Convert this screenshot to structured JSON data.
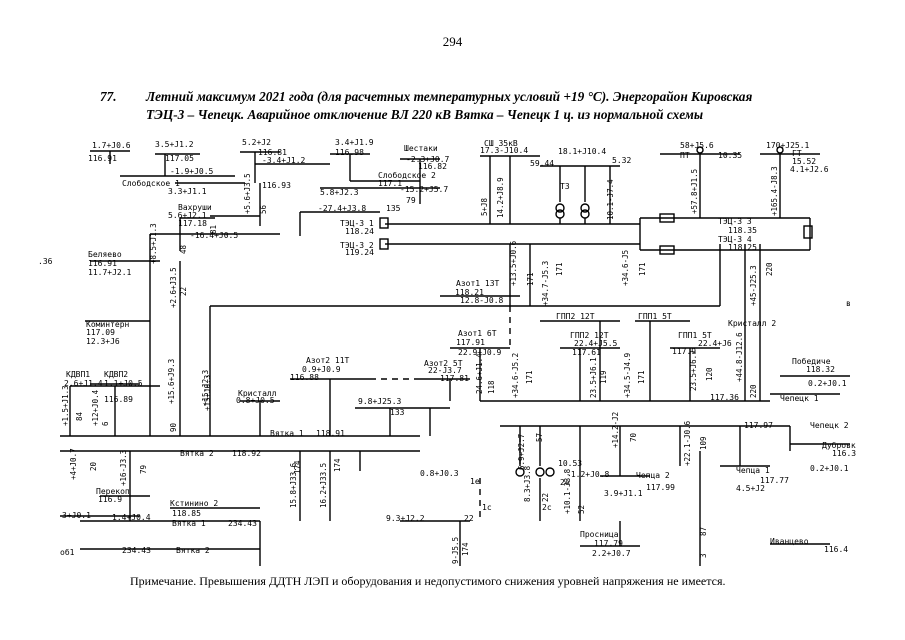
{
  "page_number": "294",
  "title": {
    "number": "77.",
    "line1": "Летний максимум 2021 года (для расчетных температурных условий +19 °С). Энергорайон Кировская",
    "line2": "ТЭЦ-3 – Чепецк. Аварийное отключение ВЛ 220 кВ Вятка – Чепецк 1 ц. из нормальной схемы"
  },
  "note": "Примечание. Превышения ДДТН ЛЭП и оборудования и недопустимого снижения уровней напряжения не имеется.",
  "labels": {
    "l_17j06": "1.7+J0.6",
    "l_11691": "116.91",
    "l_35j12": "3.5+J1.2",
    "l_11705": "117.05",
    "l_19j05": "-1.9+J0.5",
    "l_slob1": "Слободское 1",
    "l_33j11": "3.3+J1.1",
    "l_52j2": "5.2+J2",
    "l_11681": "116.81",
    "l_34j12": "-3.4+J1.2",
    "l_11693": "116.93",
    "l_34j19": "3.4+J1.9",
    "l_11698": "116.98",
    "l_shest": "Шестаки",
    "l_23j07": "-2.3+J0.7",
    "l_11682": "116.82",
    "l_slob2": "Слободское 2",
    "l_117": "117.1",
    "l_152j57": "-15.2+J5.7",
    "l_58j23": "5.8+J2.3",
    "l_79": "79",
    "l_vahr": "Вахруши",
    "l_56j21": "5.6+J2.1",
    "l_11718": "117.18",
    "l_164j05": "-16.4+J0.5",
    "l_274j38": "-27.4+J3.8",
    "l_135": "135",
    "l_tec31": "ТЭЦ-3 1",
    "l_11824": "118.24",
    "l_tec32": "ТЭЦ-3 2",
    "l_11924": "119.24",
    "l_ssh": "СШ 35кВ",
    "l_173j104": "17.3-J10.4",
    "l_5944": "59.44",
    "l_181j104": "18.1+J10.4",
    "l_532": "5.32",
    "l_t3": "Т3",
    "l_58j56": "58+J5.6",
    "l_pt": "ПТ",
    "l_1035": "10.35",
    "l_170j251": "170+J25.1",
    "l_gt": "ГТ",
    "l_1552": "15.52",
    "l_41j26": "4.1+J2.6",
    "l_tec33": "ТЭЦ-3 3",
    "l_11835": "118.35",
    "l_tec34": "ТЭЦ-3 4",
    "l_11825": "118.25",
    "l_belyaevo": "Беляево",
    "l_11691b": "116.91",
    "l_117j21": "11.7+J2.1",
    "l_136": ".36",
    "l_azot13": "Азот1 13Т",
    "l_11821": "118.21",
    "l_128j08": "12.8-J0.8",
    "l_komint": "Коминтерн",
    "l_11709": "117.09",
    "l_123j6": "12.3+J6",
    "l_gpp2_12a": "ГПП2 12Т",
    "l_gpp1_5a": "ГПП1 5Т",
    "l_krist2": "Кристалл 2",
    "l_azot16": "Азот1 6Т",
    "l_11791": "117.91",
    "l_229j09": "22.9+J0.9",
    "l_gpp2_12b": "ГПП2 12Т",
    "l_224j55": "22.4+J5.5",
    "l_11761": "117.61",
    "l_gpp1_5b": "ГПП1 5Т",
    "l_224j6": "22.4+J6",
    "l_1179": "117.9",
    "l_azot211": "Азот2 11Т",
    "l_09j09": "0.9+J0.9",
    "l_11688": "116.88",
    "l_azot25": "Азот2 5Т",
    "l_22j37": "22-J3.7",
    "l_11781": "117.81",
    "l_kdvp1": "КДВП1",
    "l_kdvp2": "КДВП2",
    "l_26j41": "2.6+J1.4",
    "l_11j05": "1.1+J0.5",
    "l_11689": "116.89",
    "l_krist": "Кристалл",
    "l_08j05": "0.8+J0.5",
    "l_98j253": "9.8+J25.3",
    "l_133": "133",
    "l_vyatka1": "Вятка 1",
    "l_11891": "118.91",
    "l_pobed": "Победиче",
    "l_11832": "118.32",
    "l_02j01": "0.2+J0.1",
    "l_11736": "117.36",
    "l_chepetsk1": "Чепецк 1",
    "l_11797": "117.97",
    "l_chepetsk2": "Чепецк 2",
    "l_dubr": "Дубровк",
    "l_1163": "116.3",
    "l_02j01b": "0.2+J0.1",
    "l_vyatka2": "Вятка 2",
    "l_11892": "118.92",
    "l_08j03": "0.8+J0.3",
    "l_1e": "1e",
    "l_1053": "10.53",
    "l_12j08": "-1.2+J0.8",
    "l_2e": "2e",
    "l_chepetsk2b": "Чепца 2",
    "l_39j11": "3.9+J1.1",
    "l_11799": "117.99",
    "l_chepetsk1b": "Чепца 1",
    "l_11777": "117.77",
    "l_45j2": "4.5+J2",
    "l_perekop": "Перекоп",
    "l_1169": "116.9",
    "l_3j01": "3+J0.1",
    "l_14j04": "1.4+J0.4",
    "l_kstin": "Кстинино 2",
    "l_11885": "118.85",
    "l_vyatka1b": "Вятка 1",
    "l_23443": "234.43",
    "l_93j22": "9.3+J2.2",
    "l_22": "22",
    "l_2c": "2c",
    "l_1c": "1c",
    "l_prosn": "Просница",
    "l_11779": "117.79",
    "l_22j07": "2.2+J0.7",
    "l_ivan": "Иванцево",
    "l_1164": "116.4",
    "l_23443b": "234.43",
    "l_vyatka2b": "Вятка 2",
    "l_sob1": "об1",
    "l_e": "в"
  },
  "line_flows": {
    "f1": "5+J8",
    "f2": "14.2+J8.9",
    "f3": "10.1-J7.4",
    "f4": "+57.8+J1.5",
    "f5": "+165.4-J8.3",
    "f6": "+5.6+J3.5",
    "f7": "56",
    "f8": "81",
    "f9": "+8.5+J1.3",
    "f10": "48",
    "f11": "+13.5+J0.6",
    "f12": "171",
    "f13": "+34.7-J5.3",
    "f14": "171",
    "f15": "+34.6-J5",
    "f16": "171",
    "f17": "+45-J25.3",
    "f18": "220",
    "f19": "+2.6+J3.5",
    "f20": "22",
    "f21": "+1.5+J1.3",
    "f22": "84",
    "f23": "+15+J0.3",
    "f24": "+12+J0.4",
    "f25": "6",
    "f26": "+15.6+J9.3",
    "f27": "90",
    "f28": "+15-J2.3",
    "f29": "24.6+J1.4",
    "f30": "118",
    "f31": "+34.6-J5.2",
    "f32": "171",
    "f33": "23.5+J6.1",
    "f34": "119",
    "f35": "+34.5-J4.9",
    "f36": "171",
    "f37": "23.5+J6.7",
    "f38": "120",
    "f39": "+44.8-J12.6",
    "f40": "220",
    "f41": "+4+J0.7",
    "f42": "20",
    "f43": "+16-J3.3",
    "f44": "79",
    "f45": "15.8+J33.6",
    "f46": "174",
    "f47": "16.2+J33.5",
    "f48": "174",
    "f49": "6.9+J2.7",
    "f50": "57",
    "f51": "8.3+J3.8",
    "f52": "22",
    "f53": "+10.1-J3.8",
    "f54": "52",
    "f55": "+14.2-J2",
    "f56": "70",
    "f57": "+22.1-J0.6",
    "f58": "109",
    "f59": "87",
    "f60": "3",
    "f61": "9-J5.5",
    "f62": "174"
  }
}
